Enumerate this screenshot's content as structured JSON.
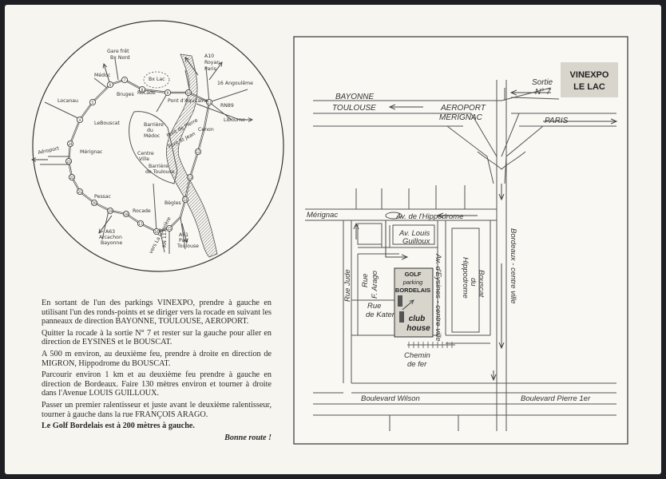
{
  "overview_map": {
    "labels": {
      "gare": "Gare frêt",
      "bx_nord": "Bx Nord",
      "bx_lac": "Bx Lac",
      "a10": "A10",
      "royan": "Royan",
      "paris": "Paris",
      "medoc": "Médoc",
      "bruges": "Bruges",
      "rocade_n": "Rocade",
      "angouleme": "16 Angoulême",
      "locanau": "Locanau",
      "pont": "Pont d'Aquitaine",
      "rn89": "RN89",
      "leboucat": "LeBouscat",
      "barriere_medoc_1": "Barrière",
      "barriere_medoc_2": "du",
      "barriere_medoc_3": "Médoc",
      "pont_pierre": "Pont de Pierre",
      "cenon": "Cenon",
      "libourne": "Libourne",
      "pont_st_jean": "Pont St Jean",
      "aeroport": "Aéroport",
      "merignac": "Mérignac",
      "centre_1": "Centre",
      "centre_2": "Ville",
      "barriere_toulouse_1": "Barrière",
      "barriere_toulouse_2": "de Toulouse",
      "pessac": "Pessac",
      "begles": "Bègles",
      "rocade_s": "Rocade",
      "a63": "A63",
      "arcachon": "Arcachon",
      "bayonne": "Bayonne",
      "vers_la_louviere": "vers La Louvière",
      "rn113": "RN 113",
      "a61": "A61",
      "pau": "Pau",
      "toulouse": "Toulouse",
      "exits": [
        "4",
        "5",
        "6",
        "7",
        "8",
        "9",
        "10",
        "11",
        "12",
        "13",
        "14",
        "15",
        "16",
        "17",
        "18",
        "19",
        "20",
        "21",
        "22",
        "23",
        "24",
        "1",
        "2",
        "3"
      ]
    }
  },
  "detail_map": {
    "vinexpo_line1": "VINEXPO",
    "vinexpo_line2": "LE LAC",
    "sortie_1": "Sortie",
    "sortie_2": "N° 7",
    "bayonne": "BAYONNE",
    "toulouse": "TOULOUSE",
    "aeroport": "AEROPORT",
    "merignac_upper": "MERIGNAC",
    "paris": "PARIS",
    "merignac": "Mérignac",
    "av_hippodrome": "Av. de l'Hippodrome",
    "av_louis_1": "Av. Louis",
    "av_louis_2": "Guilloux",
    "av_eysines": "Av. d'Eysines - centre ville",
    "hippodrome_1": "Hippodrome",
    "hippodrome_2": "du",
    "hippodrome_3": "Bouscat",
    "bordeaux_centre": "Bordeaux - centre ville",
    "rue_jude": "Rue Jude",
    "rue_arago_1": "Rue",
    "rue_arago_2": "F. Arago",
    "golf_1": "GOLF",
    "golf_2": "parking",
    "golf_3": "BORDELAIS",
    "club_1": "club",
    "club_2": "house",
    "rue_kater_1": "Rue",
    "rue_kater_2": "de Kater",
    "chemin_1": "Chemin",
    "chemin_2": "de fer",
    "bd_wilson": "Boulevard Wilson",
    "bd_pierre": "Boulevard Pierre 1er"
  },
  "directions": {
    "p1": "En sortant de l'un des parkings VINEXPO, prendre à gauche en utilisant l'un des ronds-points et se diriger vers la rocade en suivant les panneaux de direction BAYONNE, TOULOUSE, AEROPORT.",
    "p2": "Quitter la rocade à la sortie N° 7 et rester sur la gauche pour aller en direction de EYSINES et le BOUSCAT.",
    "p3": "A 500 m environ, au deuxième feu, prendre à droite en direction de MIGRON, Hippodrome du BOUSCAT.",
    "p4": "Parcourir environ 1 km et au deuxième feu prendre à gauche en direction de Bordeaux. Faire 130 mètres environ et tourner à droite dans l'Avenue LOUIS GUILLOUX.",
    "p5": "Passer un premier ralentisseur et juste avant le deuxième ralentisseur, tourner à gauche dans la rue FRANÇOIS ARAGO.",
    "p6": "Le Golf Bordelais est à 200 mètres à gauche.",
    "p7": "Bonne route !"
  }
}
